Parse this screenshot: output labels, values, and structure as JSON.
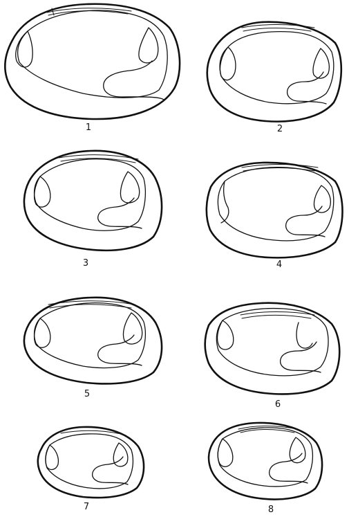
{
  "plate": {
    "figures": [
      {
        "number": "1"
      },
      {
        "number": "2"
      },
      {
        "number": "3"
      },
      {
        "number": "4"
      },
      {
        "number": "5"
      },
      {
        "number": "6"
      },
      {
        "number": "7"
      },
      {
        "number": "8"
      }
    ]
  }
}
